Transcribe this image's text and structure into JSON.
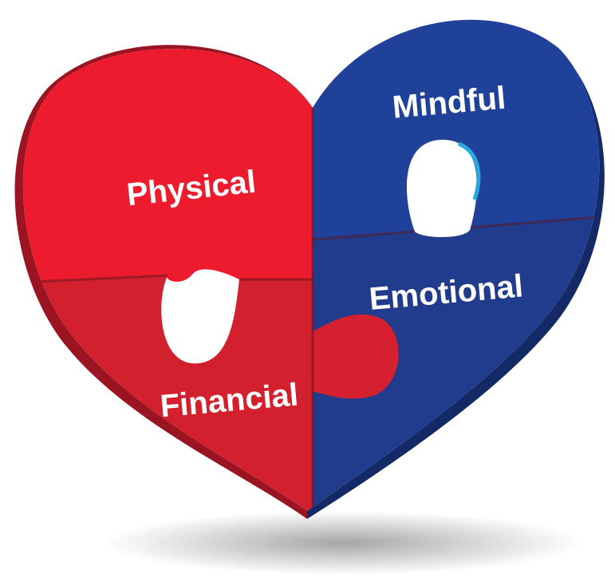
{
  "labels": {
    "physical": "Physical",
    "mindful": "Mindful",
    "emotional": "Emotional",
    "financial": "Financial"
  },
  "colors": {
    "physical": "#ec1c2e",
    "financial": "#d2202f",
    "mindful": "#1f4199",
    "emotional": "#213c8c",
    "red_side": "#9b1421",
    "blue_side": "#142a66",
    "accent": "#29a8e0"
  }
}
